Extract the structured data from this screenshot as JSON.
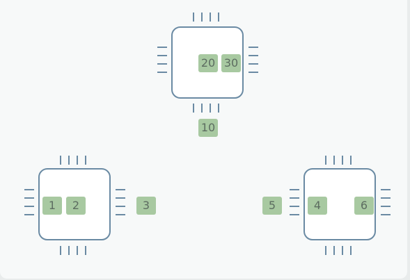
{
  "diagram": {
    "chips": [
      {
        "tags": [
          "20",
          "30"
        ]
      },
      {
        "tags": [
          "1",
          "2"
        ]
      },
      {
        "tags": [
          "4"
        ]
      }
    ],
    "loose_tags": [
      "10",
      "3",
      "5",
      "6"
    ],
    "colors": {
      "background": "#f7f9f9",
      "chip_outline": "#6a8aa3",
      "tag_fill": "#a8c9a1",
      "tag_text": "#5c6c60"
    }
  }
}
